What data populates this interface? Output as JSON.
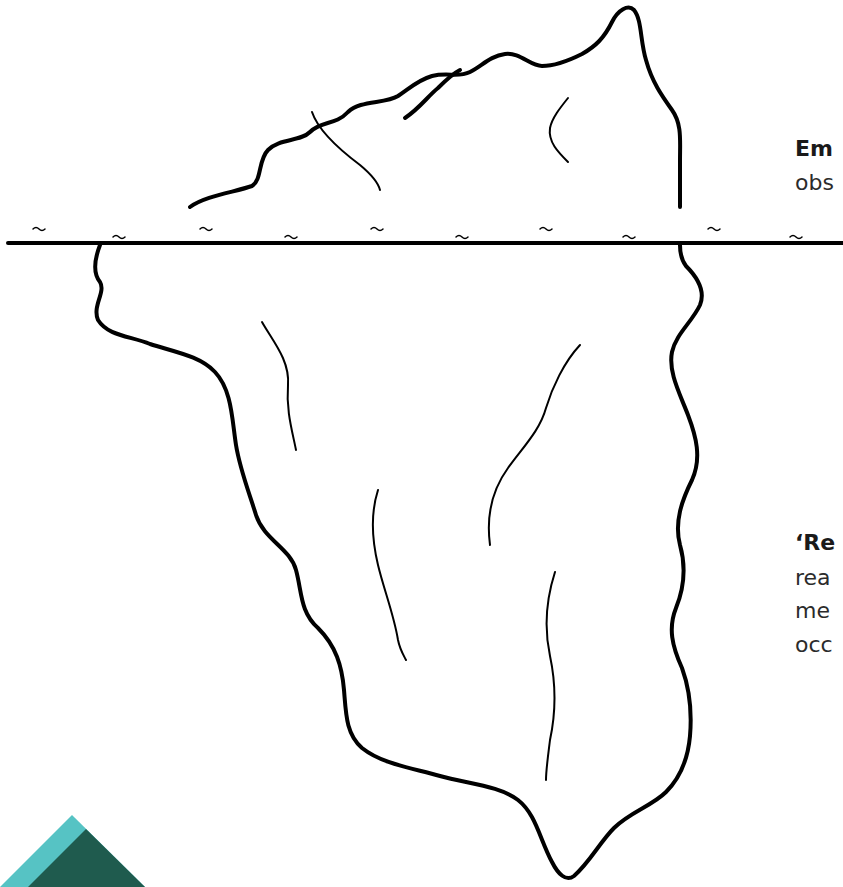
{
  "diagram": {
    "labels": [
      "Em",
      "obs",
      "‘Re",
      "rea",
      "me",
      "occ"
    ]
  }
}
